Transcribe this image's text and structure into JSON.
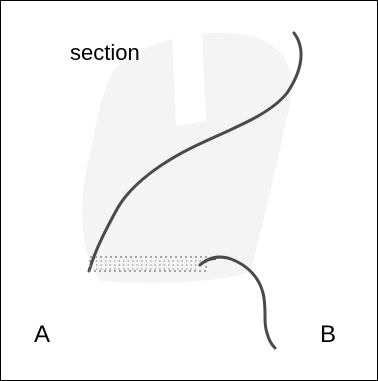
{
  "labels": {
    "section": "section",
    "a": "A",
    "b": "B"
  },
  "colors": {
    "stroke": "#4a4a4a",
    "shading": "#8a8a8a",
    "smudge": "#f2f2f2",
    "border": "#000000",
    "background": "#ffffff"
  }
}
